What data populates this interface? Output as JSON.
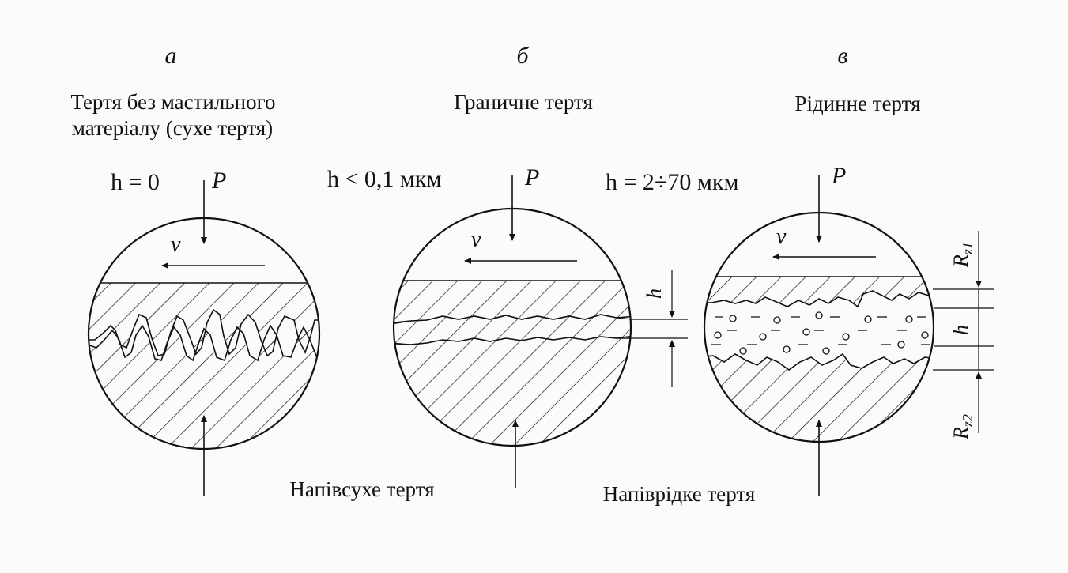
{
  "panels": [
    {
      "letter": "а",
      "title_lines": [
        "Тертя без мастильного",
        "матеріалу (сухе тертя)"
      ],
      "h_expr": "h = 0"
    },
    {
      "letter": "б",
      "title_lines": [
        "Граничне тертя"
      ],
      "h_expr": "h < 0,1 мкм"
    },
    {
      "letter": "в",
      "title_lines": [
        "Рідинне тертя"
      ],
      "h_expr": "h = 2÷70 мкм"
    }
  ],
  "labels": {
    "force": "P",
    "velocity": "v",
    "gap": "h",
    "rz1": "R",
    "rz1_sub": "z1",
    "rz2": "R",
    "rz2_sub": "z2"
  },
  "bottom_captions": {
    "semi_dry": "Напівсухе тертя",
    "semi_liquid": "Напіврідке тертя"
  },
  "colors": {
    "ink": "#111111",
    "paper": "#fbfbfa"
  }
}
